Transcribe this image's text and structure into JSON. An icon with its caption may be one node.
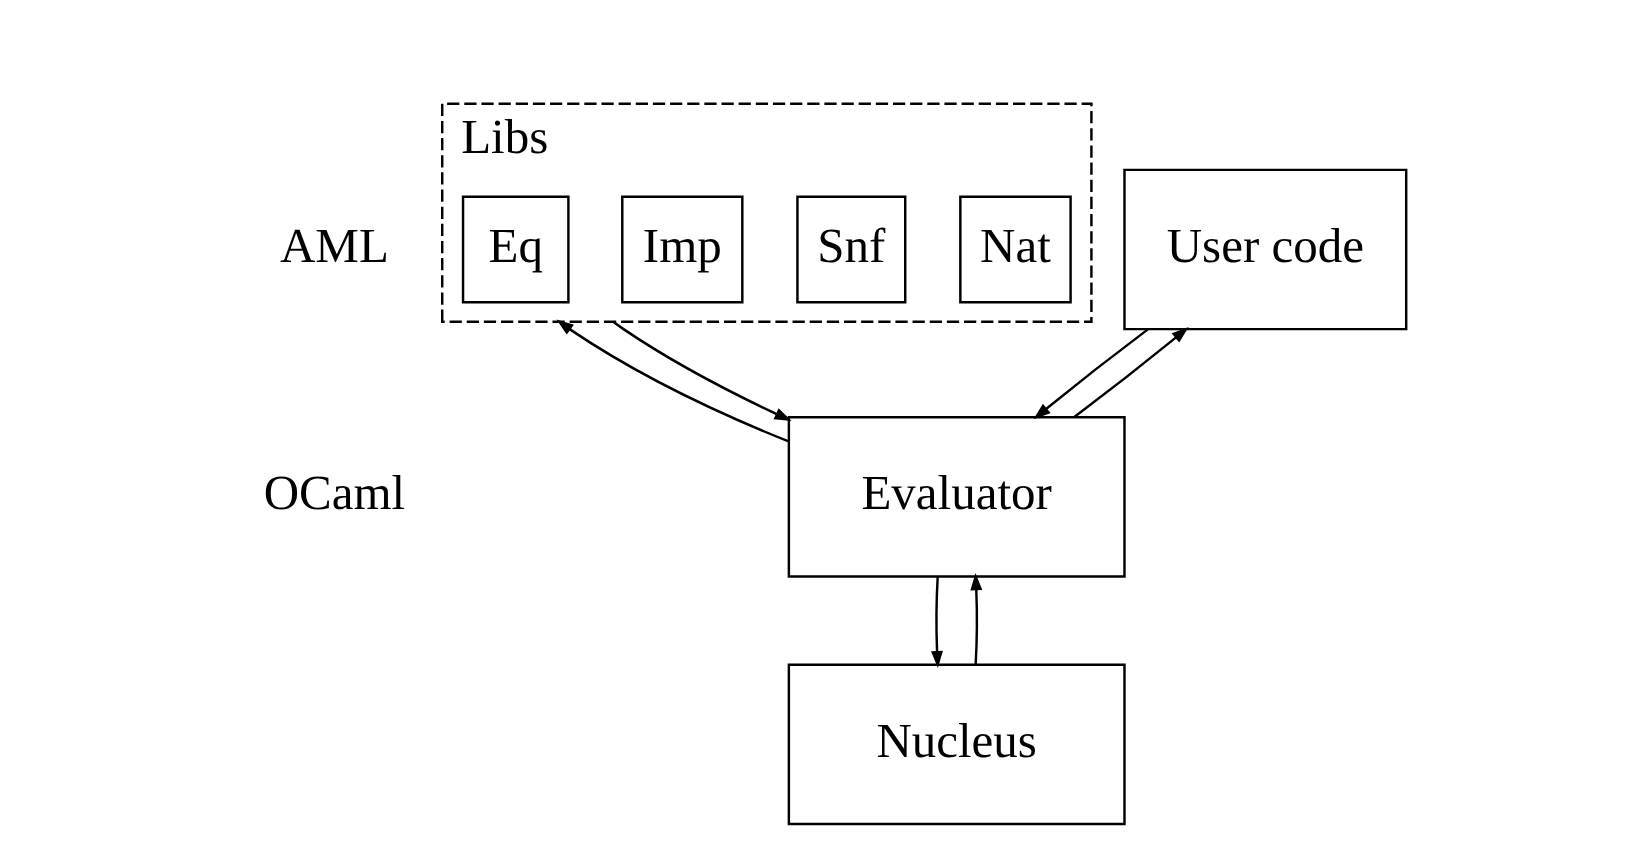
{
  "diagram": {
    "nodes": [
      {
        "text": [
          "User code"
        ]
      },
      {
        "text": [
          "Libs"
        ]
      },
      {
        "text": [
          "Eq"
        ],
        "in": 1
      },
      {
        "text": [
          "Imp"
        ],
        "in": 1
      },
      {
        "text": [
          "Snf"
        ],
        "in": 1
      },
      {
        "text": [
          "Nat"
        ],
        "in": 1
      },
      {
        "text": [
          "Evaluator"
        ]
      },
      {
        "text": [
          "Nucleus"
        ]
      }
    ],
    "edges": [
      {
        "from": 0,
        "to": 6,
        "arrow": "to"
      },
      {
        "from": 6,
        "to": 0,
        "arrow": "to"
      },
      {
        "from": 6,
        "to": 1,
        "arrow": "to"
      },
      {
        "from": 1,
        "to": 6,
        "arrow": "to"
      },
      {
        "from": 6,
        "to": 7,
        "arrow": "to"
      },
      {
        "from": 7,
        "to": 6,
        "arrow": "to"
      }
    ],
    "labels": [
      "AML",
      "OCaml"
    ]
  }
}
